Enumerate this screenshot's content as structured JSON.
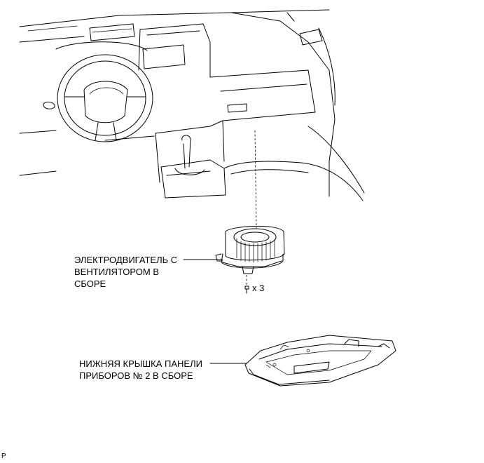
{
  "labels": {
    "blower": [
      "ЭЛЕКТРОДВИГАТЕЛЬ С",
      "ВЕНТИЛЯТОРОМ В",
      "СБОРЕ"
    ],
    "screw_count": "x 3",
    "cover": [
      "НИЖНЯЯ КРЫШКА ПАНЕЛИ",
      "ПРИБОРОВ № 2 В СБОРЕ"
    ],
    "corner_mark": "P"
  }
}
